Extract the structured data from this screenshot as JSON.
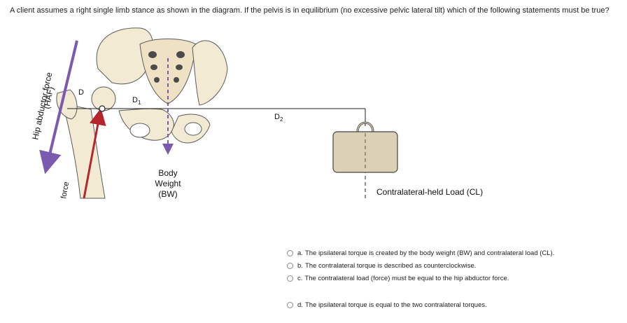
{
  "question": {
    "text": "A client assumes a right single limb stance as shown in the diagram.  If the pelvis is in equilibrium (no excessive pelvic lateral tilt) which of the following statements must be true?"
  },
  "figure": {
    "hip_abductor_force_label": "Hip abductor force",
    "haf_abbrev": "(HAF)",
    "d_label": "D",
    "d1_main": "D",
    "d1_sub": "1",
    "d2_main": "D",
    "d2_sub": "2",
    "body_weight_line1": "Body",
    "body_weight_line2": "Weight",
    "body_weight_line3": "(BW)",
    "joint_force_partial": "force",
    "contralateral_load_label": "Contralateral-held Load (CL)",
    "colors": {
      "hip_abductor_arrow": "#7b5bb0",
      "joint_force_arrow": "#b5262c",
      "bone": "#f3ead3",
      "bone_outline": "#5a5a5a",
      "load_box": "#dcd0b6",
      "load_handle": "#d9cdb0"
    }
  },
  "options": [
    {
      "letter": "a.",
      "text": "The ipsilateral torque is created by the body weight (BW) and contralateral load (CL)."
    },
    {
      "letter": "b.",
      "text": "The contralateral torque is described as counterclockwise."
    },
    {
      "letter": "c.",
      "text": "The contralateral load (force) must be equal to the hip abductor force."
    },
    {
      "letter": "d.",
      "text": "The ipsilateral torque is equal to the two contralateral torques."
    }
  ]
}
